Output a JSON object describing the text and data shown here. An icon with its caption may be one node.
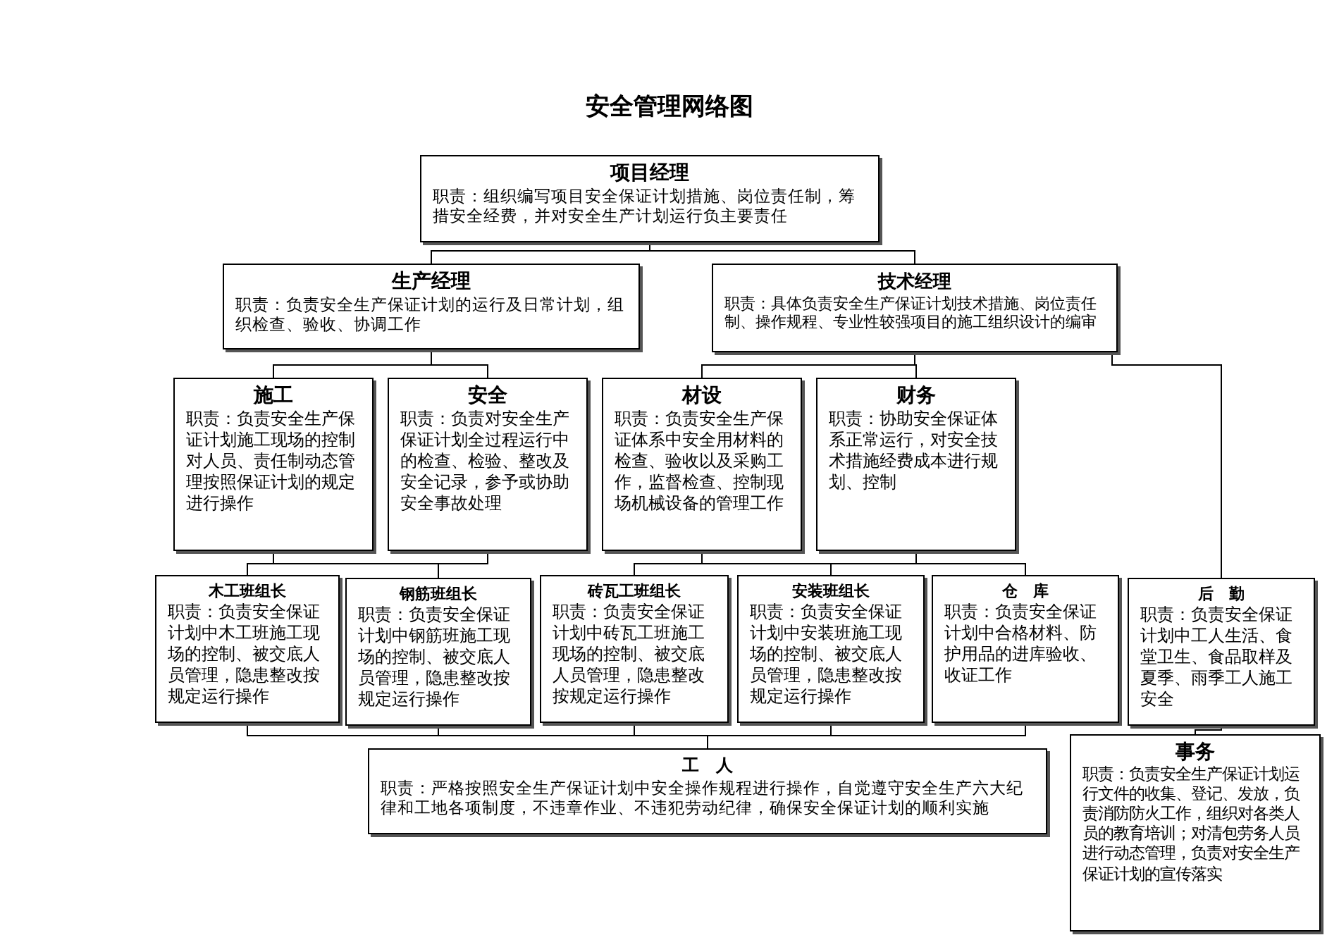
{
  "diagram": {
    "title": "安全管理网络图",
    "nodes": [
      {
        "text": [
          "项目经理",
          "职责：组织编写项目安全保证计划措施、岗位责任制，筹措安全经费，并对安全生产计划运行负主要责任"
        ]
      },
      {
        "text": [
          "生产经理",
          "职责：负责安全生产保证计划的运行及日常计划，组织检查、验收、协调工作"
        ]
      },
      {
        "text": [
          "技术经理",
          "职责：具体负责安全生产保证计划技术措施、岗位责任制、操作规程、专业性较强项目的施工组织设计的编审"
        ]
      },
      {
        "text": [
          "施工",
          "职责：负责安全生产保证计划施工现场的控制对人员、责任制动态管理按照保证计划的规定进行操作"
        ]
      },
      {
        "text": [
          "安全",
          "职责：负责对安全生产保证计划全过程运行中的检查、检验、整改及安全记录，参予或协助安全事故处理"
        ]
      },
      {
        "text": [
          "材设",
          "职责：负责安全生产保证体系中安全用材料的检查、验收以及采购工作，监督检查、控制现场机械设备的管理工作"
        ]
      },
      {
        "text": [
          "财务",
          "职责：协助安全保证体系正常运行，对安全技术措施经费成本进行规划、控制"
        ]
      },
      {
        "text": [
          "木工班组长",
          "职责：负责安全保证计划中木工班施工现场的控制、被交底人员管理，隐患整改按规定运行操作"
        ]
      },
      {
        "text": [
          "钢筋班组长",
          "职责：负责安全保证计划中钢筋班施工现场的控制、被交底人员管理，隐患整改按规定运行操作"
        ]
      },
      {
        "text": [
          "砖瓦工班组长",
          "职责：负责安全保证计划中砖瓦工班施工现场的控制、被交底人员管理，隐患整改按规定运行操作"
        ]
      },
      {
        "text": [
          "安装班组长",
          "职责：负责安全保证计划中安装班施工现场的控制、被交底人员管理，隐患整改按规定运行操作"
        ]
      },
      {
        "text": [
          "仓　库",
          "职责：负责安全保证计划中合格材料、防护用品的进库验收、收证工作"
        ]
      },
      {
        "text": [
          "后　勤",
          "职责：负责安全保证计划中工人生活、食堂卫生、食品取样及夏季、雨季工人施工安全"
        ]
      },
      {
        "text": [
          "工　人",
          "职责：严格按照安全生产保证计划中安全操作规程进行操作，自觉遵守安全生产六大纪律和工地各项制度，不违章作业、不违犯劳动纪律，确保安全保证计划的顺利实施"
        ]
      },
      {
        "text": [
          "事务",
          "职责：负责安全生产保证计划运行文件的收集、登记、发放，负责消防防火工作，组织对各类人员的教育培训；对清包劳务人员进行动态管理，负责对安全生产保证计划的宣传落实"
        ]
      }
    ],
    "edges": [
      {
        "from": 0,
        "to": 1,
        "arrow": "none"
      },
      {
        "from": 0,
        "to": 2,
        "arrow": "none"
      },
      {
        "from": 1,
        "to": 3,
        "arrow": "none"
      },
      {
        "from": 1,
        "to": 4,
        "arrow": "none"
      },
      {
        "from": 2,
        "to": 5,
        "arrow": "none"
      },
      {
        "from": 2,
        "to": 6,
        "arrow": "none"
      },
      {
        "from": 2,
        "to": 12,
        "arrow": "none"
      },
      {
        "from": 3,
        "to": 7,
        "arrow": "none"
      },
      {
        "from": 3,
        "to": 8,
        "arrow": "none"
      },
      {
        "from": 4,
        "to": 8,
        "arrow": "none"
      },
      {
        "from": 5,
        "to": 9,
        "arrow": "none"
      },
      {
        "from": 5,
        "to": 11,
        "arrow": "none"
      },
      {
        "from": 6,
        "to": 10,
        "arrow": "none"
      },
      {
        "from": 7,
        "to": 13,
        "arrow": "none"
      },
      {
        "from": 8,
        "to": 13,
        "arrow": "none"
      },
      {
        "from": 9,
        "to": 13,
        "arrow": "none"
      },
      {
        "from": 10,
        "to": 13,
        "arrow": "none"
      },
      {
        "from": 11,
        "to": 13,
        "arrow": "none"
      },
      {
        "from": 12,
        "to": 14,
        "arrow": "none"
      }
    ]
  }
}
